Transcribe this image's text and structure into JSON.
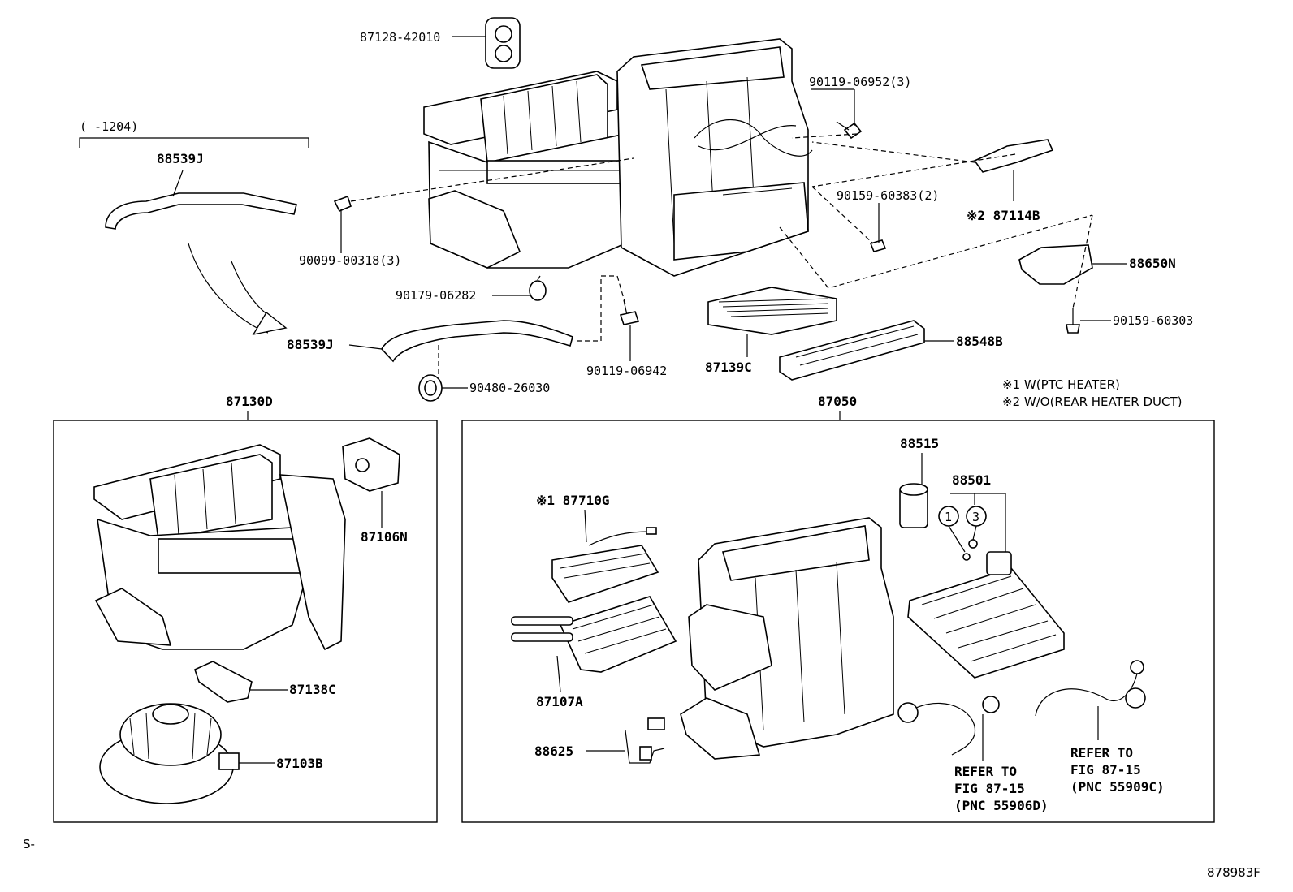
{
  "labels": {
    "p87128": "87128-42010",
    "p90119a": "90119-06952(3)",
    "p1204": "(     -1204)",
    "p88539J_top": "88539J",
    "p90099": "90099-00318(3)",
    "p90159a": "90159-60383(2)",
    "p87114B": "※2 87114B",
    "p88650N": "88650N",
    "p90179": "90179-06282",
    "p88539J_mid": "88539J",
    "p90119b": "90119-06942",
    "p87139C": "87139C",
    "p88548B": "88548B",
    "p90159b": "90159-60303",
    "p90480": "90480-26030",
    "note1": "※1 W(PTC HEATER)",
    "note2": "※2 W/O(REAR HEATER DUCT)",
    "p87130D": "87130D",
    "p87050": "87050",
    "p87106N": "87106N",
    "p87138C": "87138C",
    "p87103B": "87103B",
    "p88515": "88515",
    "p88501": "88501",
    "p87710G": "※1 87710G",
    "p87107A": "87107A",
    "p88625": "88625",
    "ref1_l1": "REFER TO",
    "ref1_l2": "FIG 87-15",
    "ref1_l3": "(PNC 55906D)",
    "ref2_l1": "REFER TO",
    "ref2_l2": "FIG 87-15",
    "ref2_l3": "(PNC 55909C)",
    "circle1": "1",
    "circle3": "3",
    "corner_left": "S-",
    "corner_right": "878983F"
  }
}
